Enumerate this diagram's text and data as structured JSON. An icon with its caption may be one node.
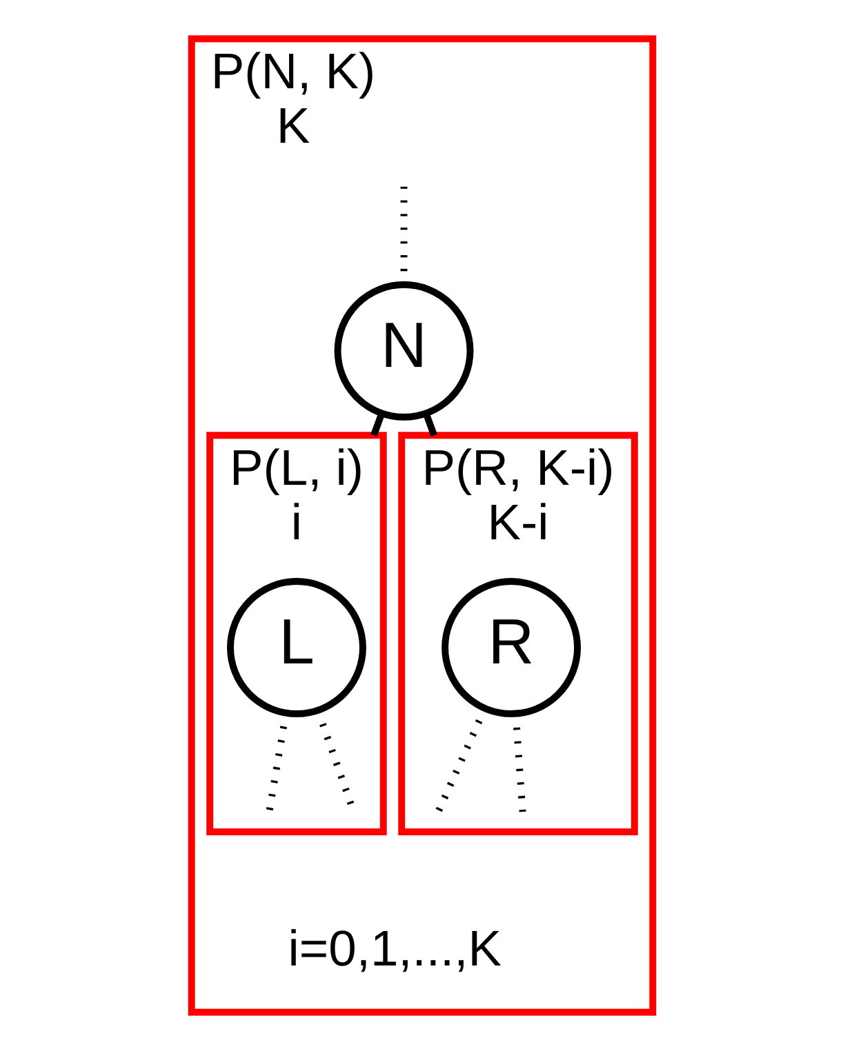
{
  "diagram": {
    "nodes": [
      {
        "text": [
          "P(N, K)",
          "K"
        ]
      },
      {
        "text": [
          "N"
        ],
        "in": 0
      },
      {
        "text": [
          "P(L, i)",
          "i"
        ],
        "in": 0
      },
      {
        "text": [
          "L"
        ],
        "in": 2
      },
      {
        "text": [
          "P(R, K-i)",
          "K-i"
        ],
        "in": 0
      },
      {
        "text": [
          "R"
        ],
        "in": 4
      }
    ],
    "edges": [
      {
        "from": null,
        "to": 1,
        "arrow": "none",
        "style": "dashed"
      },
      {
        "from": 1,
        "to": 3,
        "arrow": "none"
      },
      {
        "from": 1,
        "to": 5,
        "arrow": "none"
      },
      {
        "from": 3,
        "to": null,
        "arrow": "none",
        "style": "dashed"
      },
      {
        "from": 3,
        "to": null,
        "arrow": "none",
        "style": "dashed"
      },
      {
        "from": 5,
        "to": null,
        "arrow": "none",
        "style": "dashed"
      },
      {
        "from": 5,
        "to": null,
        "arrow": "none",
        "style": "dashed"
      }
    ],
    "labels": [
      "i=0,1,...,K"
    ]
  }
}
